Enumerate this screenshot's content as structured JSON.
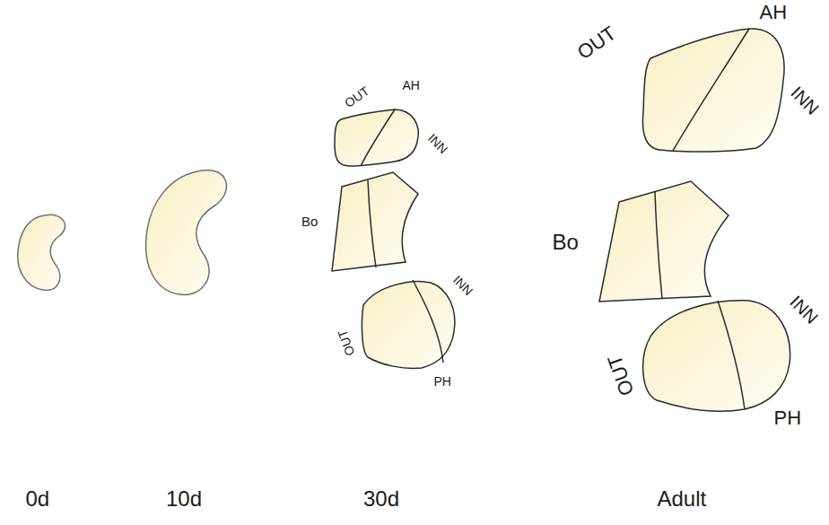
{
  "diagram": {
    "labels": [
      "OUT",
      "AH",
      "INN",
      "Bo",
      "INN",
      "OUT",
      "PH",
      "OUT",
      "AH",
      "INN",
      "Bo",
      "INN",
      "OUT",
      "PH",
      "0d",
      "10d",
      "30d",
      "Adult"
    ]
  }
}
